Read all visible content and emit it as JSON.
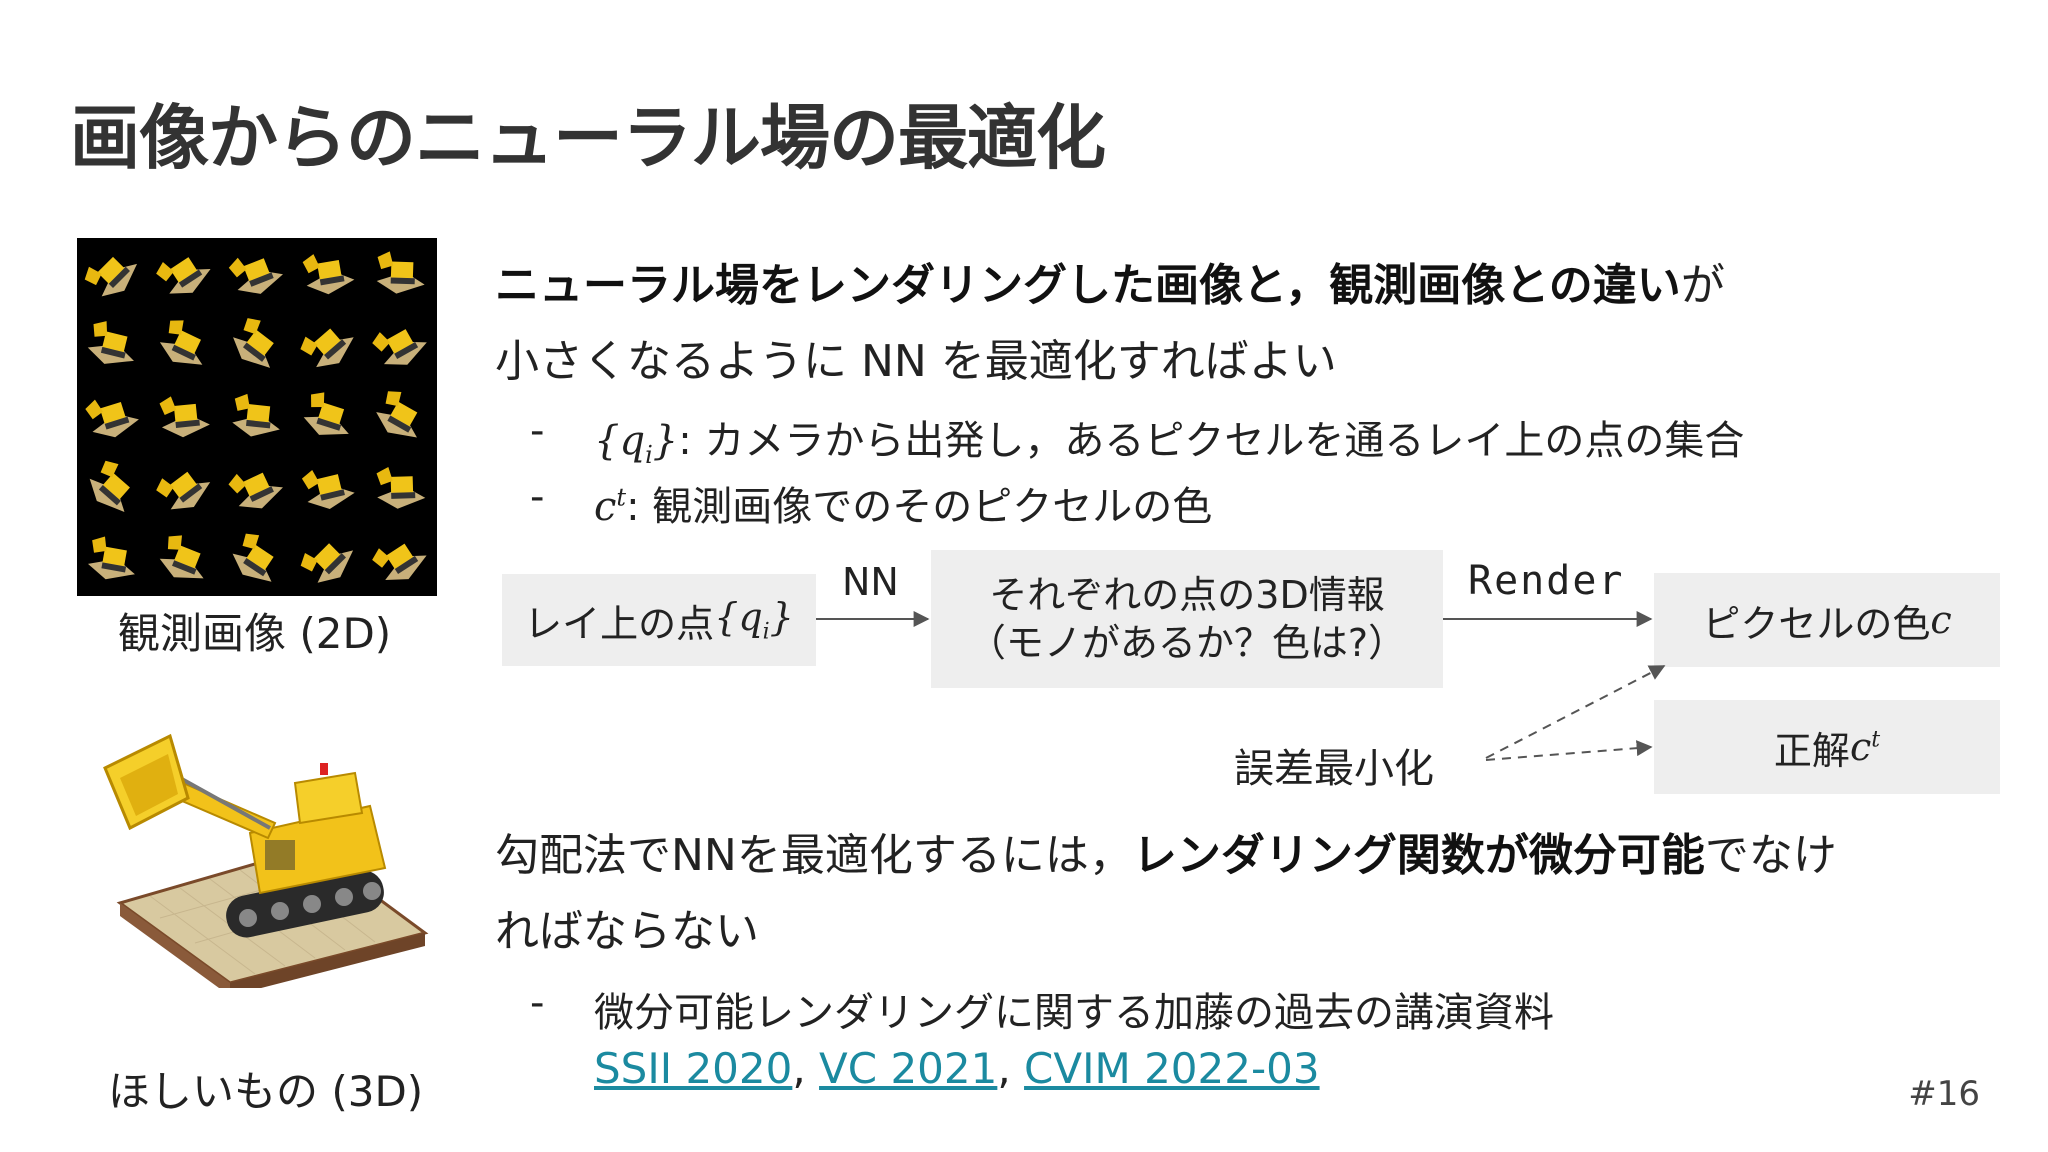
{
  "slide": {
    "title": "画像からのニューラル場の最適化",
    "page_number": "#16"
  },
  "left": {
    "observed_caption": "観測画像 (2D)",
    "target_caption": "ほしいもの (3D)"
  },
  "para1": {
    "bold_a": "ニューラル場をレンダリングした画像と",
    "comma": "，",
    "bold_b": "観測画像との違い",
    "tail": "が",
    "line2": "小さくなるように NN を最適化すればよい"
  },
  "bullets1": [
    {
      "dash": "-",
      "sym_open": "{",
      "sym_var": "q",
      "sym_sub": "i",
      "sym_close": "}",
      "text": ": カメラから出発し，あるピクセルを通るレイ上の点の集合"
    },
    {
      "dash": "-",
      "sym_var": "c",
      "sym_sup": "t",
      "text": ": 観測画像でのそのピクセルの色"
    }
  ],
  "diagram": {
    "box_ray": {
      "text": "レイ上の点 ",
      "sym_open": "{",
      "sym_var": "q",
      "sym_sub": "i",
      "sym_close": "}"
    },
    "arrow1_label": "NN",
    "box_info": {
      "line1": "それぞれの点の3D情報",
      "line2": "（モノがあるか？色は?）"
    },
    "arrow2_label": "Render",
    "box_pixel": {
      "text": "ピクセルの色 ",
      "sym_var": "c"
    },
    "box_gt": {
      "text": "正解 ",
      "sym_var": "c",
      "sym_sup": "t"
    },
    "loss_label": "誤差最小化"
  },
  "para2": {
    "normal_a": "勾配法でNNを最適化するには，",
    "bold": "レンダリング関数が微分可能",
    "normal_b": "でなけ",
    "line2": "ればならない"
  },
  "bullets2": {
    "dash": "-",
    "text": "微分可能レンダリングに関する加藤の過去の講演資料",
    "links": [
      "SSII 2020",
      "VC 2021",
      "CVIM 2022-03"
    ],
    "separator": ", "
  },
  "colors": {
    "link": "#1b8aa0",
    "box_bg": "#eeeeee",
    "title": "#333333"
  }
}
